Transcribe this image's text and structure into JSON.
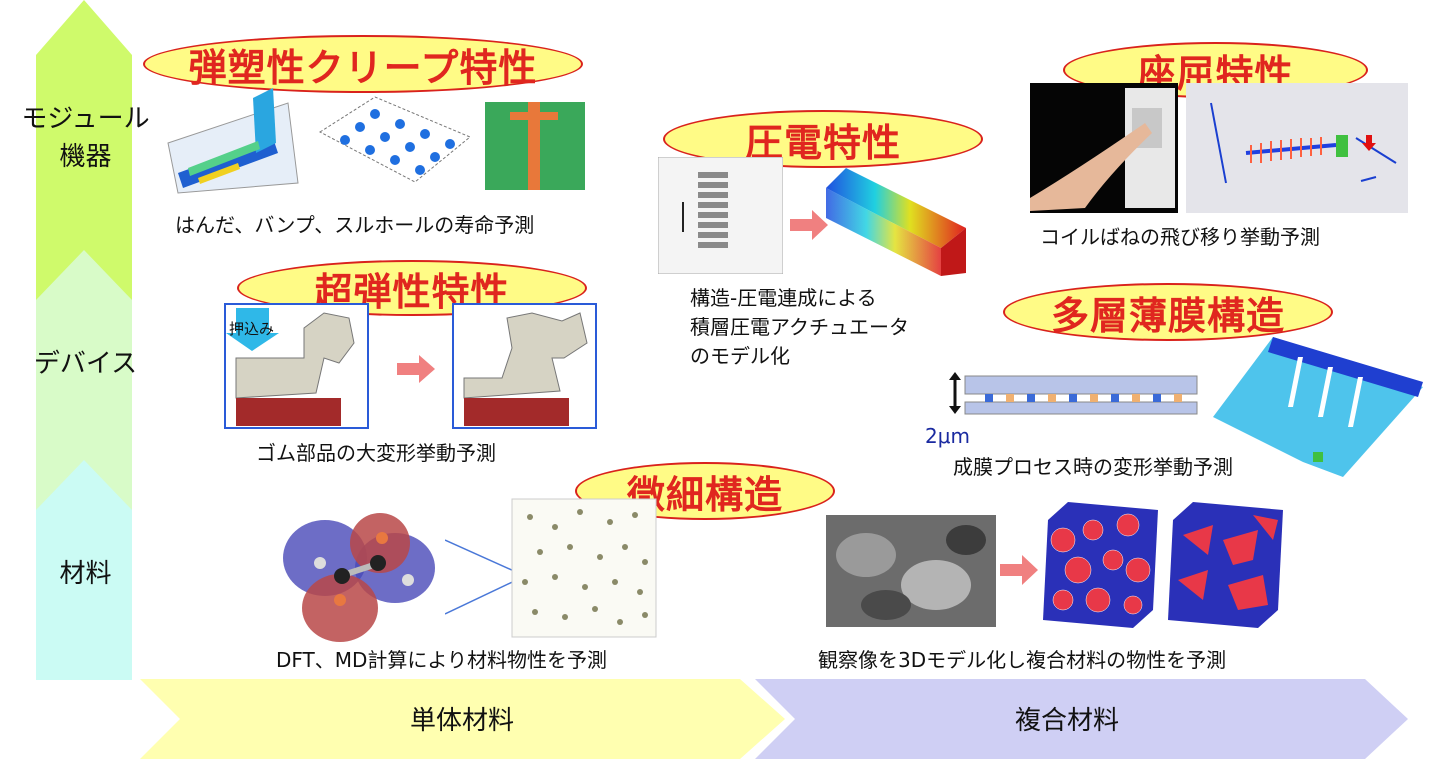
{
  "axis": {
    "vertical_levels": [
      {
        "label": "モジュール\n機器",
        "color": "#cffa6b"
      },
      {
        "label": "デバイス",
        "color": "#d8fbc8"
      },
      {
        "label": "材料",
        "color": "#cbfbf4"
      }
    ],
    "horizontal": [
      {
        "label": "単体材料",
        "color": "#ffffb0"
      },
      {
        "label": "複合材料",
        "color": "#cfcff4"
      }
    ]
  },
  "topics": {
    "creep": {
      "title": "弾塑性クリープ特性",
      "caption": "はんだ、バンプ、スルホールの寿命予測"
    },
    "hyperelastic": {
      "title": "超弾性特性",
      "caption": "ゴム部品の大変形挙動予測",
      "push_label": "押込み"
    },
    "piezo": {
      "title": "圧電特性",
      "caption_lines": [
        "構造-圧電連成による",
        "積層圧電アクチュエータ",
        "のモデル化"
      ]
    },
    "buckling": {
      "title": "座屈特性",
      "caption": "コイルばねの飛び移り挙動予測"
    },
    "multilayer": {
      "title": "多層薄膜構造",
      "caption": "成膜プロセス時の変形挙動予測",
      "scale_label": "2μm"
    },
    "micro": {
      "title": "微細構造",
      "caption_left": "DFT、MD計算により材料物性を予測",
      "caption_right": "観察像を3Dモデル化し複合材料の物性を予測"
    }
  },
  "colors": {
    "oval_fill": "#fffb86",
    "oval_border": "#d9221c",
    "title_text": "#e0261f",
    "arrow": "#f08080"
  }
}
